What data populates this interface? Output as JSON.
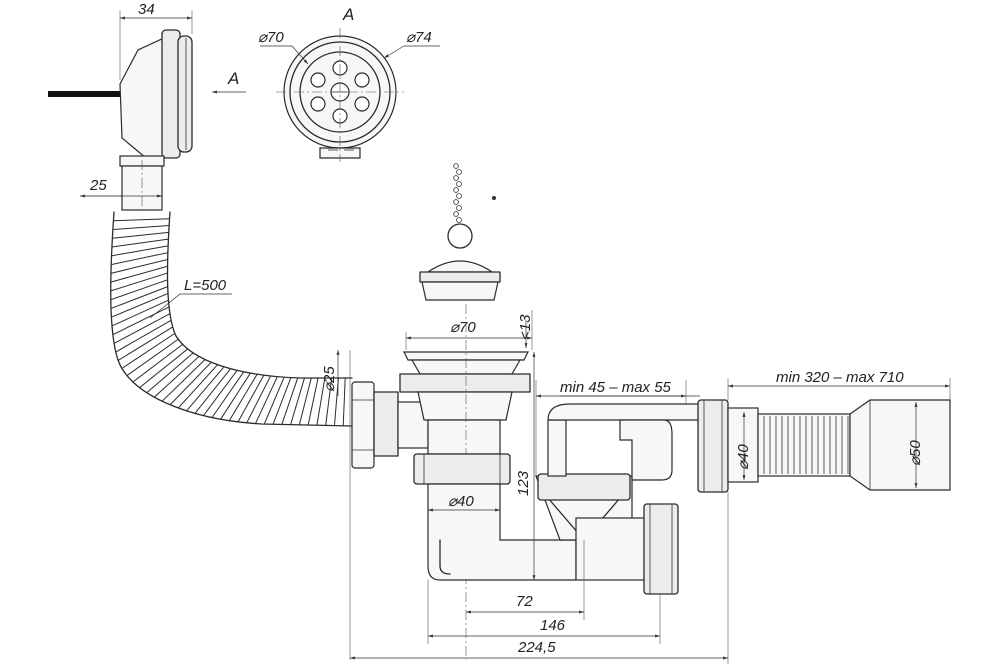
{
  "labels": {
    "dim_34": "34",
    "view_a_title": "A",
    "view_a_arrow": "A",
    "dia_70_top": "⌀70",
    "dia_74": "⌀74",
    "dim_25": "25",
    "hose_length": "L=500",
    "dia_25": "⌀25",
    "dia_70_plug": "⌀70",
    "dim_13": "<13",
    "min45_max55": "min 45 – max 55",
    "min320_max710": "min 320 – max 710",
    "dia_40_right": "⌀40",
    "dia_50": "⌀50",
    "dim_123": "123",
    "dia_40_trap": "⌀40",
    "dim_72": "72",
    "dim_146": "146",
    "dim_224": "224,5"
  },
  "colors": {
    "line": "#2b2b2b",
    "background": "#ffffff",
    "cable": "#111111"
  }
}
